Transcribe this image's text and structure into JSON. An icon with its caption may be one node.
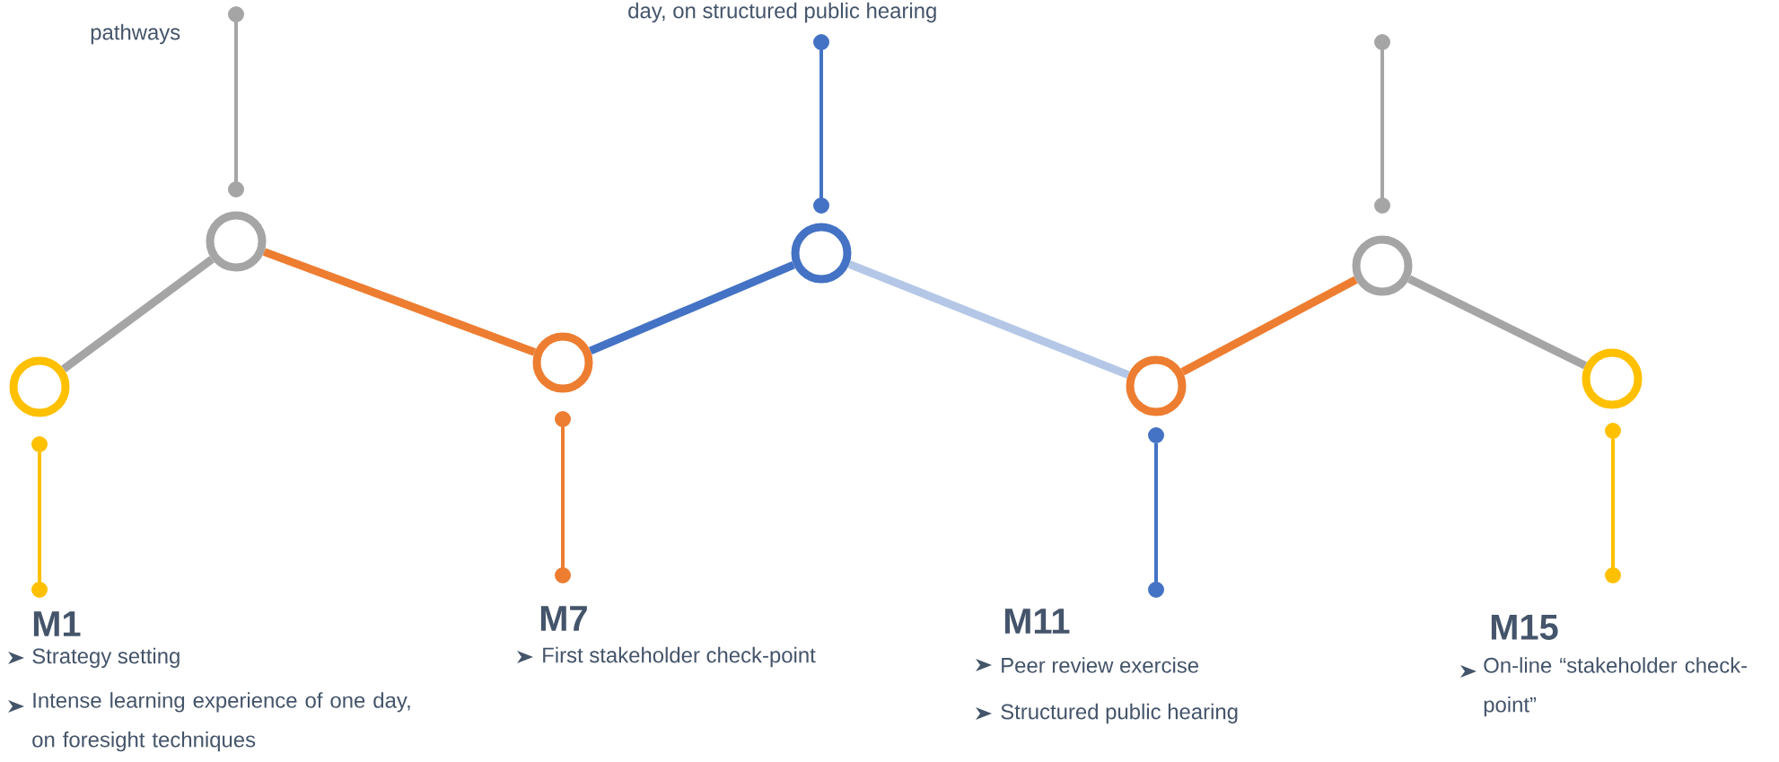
{
  "diagram": {
    "nodes": [
      {
        "text": [],
        "shape": "circle"
      },
      {
        "text": [],
        "shape": "circle"
      },
      {
        "text": [],
        "shape": "circle"
      },
      {
        "text": [],
        "shape": "circle"
      },
      {
        "text": [],
        "shape": "circle"
      },
      {
        "text": [],
        "shape": "circle"
      },
      {
        "text": [],
        "shape": "circle"
      }
    ],
    "edges": [
      {
        "from": 0,
        "to": 1,
        "arrow": "none",
        "color": "#a5a5a5"
      },
      {
        "from": 1,
        "to": 2,
        "arrow": "none",
        "color": "#ed7d31"
      },
      {
        "from": 2,
        "to": 3,
        "arrow": "none",
        "color": "#4472c4"
      },
      {
        "from": 3,
        "to": 4,
        "arrow": "none",
        "color": "#b4c7e7"
      },
      {
        "from": 4,
        "to": 5,
        "arrow": "none",
        "color": "#ed7d31"
      },
      {
        "from": 5,
        "to": 6,
        "arrow": "none",
        "color": "#a5a5a5"
      }
    ],
    "labels": [
      "pathways",
      "day, on structured public hearing",
      "M1",
      "Strategy setting",
      "Intense learning experience of one day, on foresight techniques",
      "M7",
      "First stakeholder check-point",
      "M11",
      "Peer review exercise",
      "Structured public hearing",
      "M15",
      "On-line “stakeholder check-point”"
    ]
  }
}
